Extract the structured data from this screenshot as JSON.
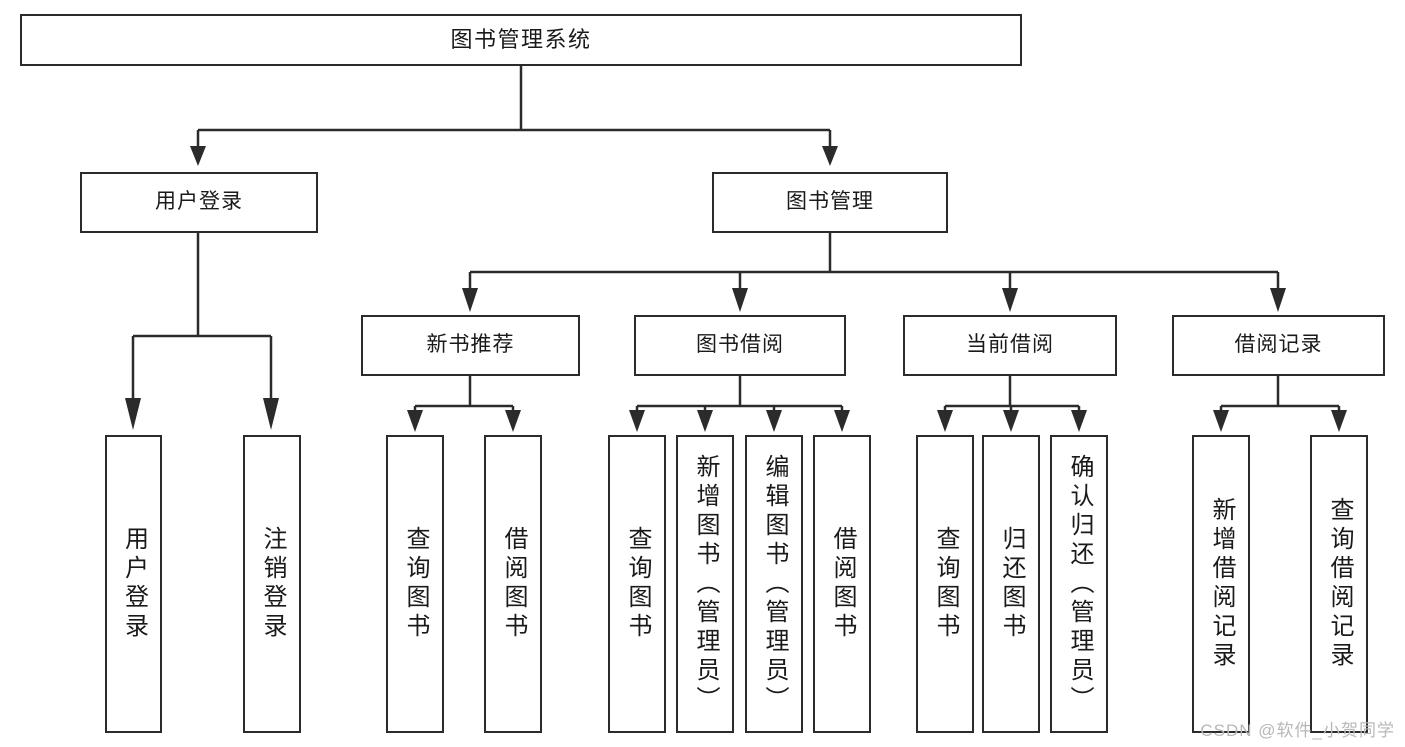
{
  "diagram": {
    "title": "图书管理系统",
    "type": "hierarchy-tree",
    "watermark": "CSDN @软件_小贺同学",
    "colors": {
      "stroke": "#2b2b2b",
      "fill": "#ffffff",
      "text": "#1a1a1a",
      "watermark": "#b8b8b8"
    },
    "nodes": {
      "root": {
        "label": "图书管理系统"
      },
      "level2": [
        {
          "id": "user-login",
          "label": "用户登录"
        },
        {
          "id": "book-manage",
          "label": "图书管理"
        }
      ],
      "level3": [
        {
          "id": "new-book-recommend",
          "label": "新书推荐"
        },
        {
          "id": "book-borrow",
          "label": "图书借阅"
        },
        {
          "id": "current-borrow",
          "label": "当前借阅"
        },
        {
          "id": "borrow-record",
          "label": "借阅记录"
        }
      ],
      "leaves": {
        "user_login": [
          {
            "id": "leaf-user-login",
            "label": "用户登录"
          },
          {
            "id": "leaf-logout-login",
            "label": "注销登录"
          }
        ],
        "new_book_recommend": [
          {
            "id": "leaf-query-book-1",
            "label": "查询图书"
          },
          {
            "id": "leaf-borrow-book-1",
            "label": "借阅图书"
          }
        ],
        "book_borrow": [
          {
            "id": "leaf-query-book-2",
            "label": "查询图书"
          },
          {
            "id": "leaf-add-book",
            "label": "新增图书（管理员）"
          },
          {
            "id": "leaf-edit-book",
            "label": "编辑图书（管理员）"
          },
          {
            "id": "leaf-borrow-book-2",
            "label": "借阅图书"
          }
        ],
        "current_borrow": [
          {
            "id": "leaf-query-book-3",
            "label": "查询图书"
          },
          {
            "id": "leaf-return-book",
            "label": "归还图书"
          },
          {
            "id": "leaf-confirm-return",
            "label": "确认归还（管理员）"
          }
        ],
        "borrow_record": [
          {
            "id": "leaf-add-record",
            "label": "新增借阅记录"
          },
          {
            "id": "leaf-query-record",
            "label": "查询借阅记录"
          }
        ]
      }
    }
  }
}
